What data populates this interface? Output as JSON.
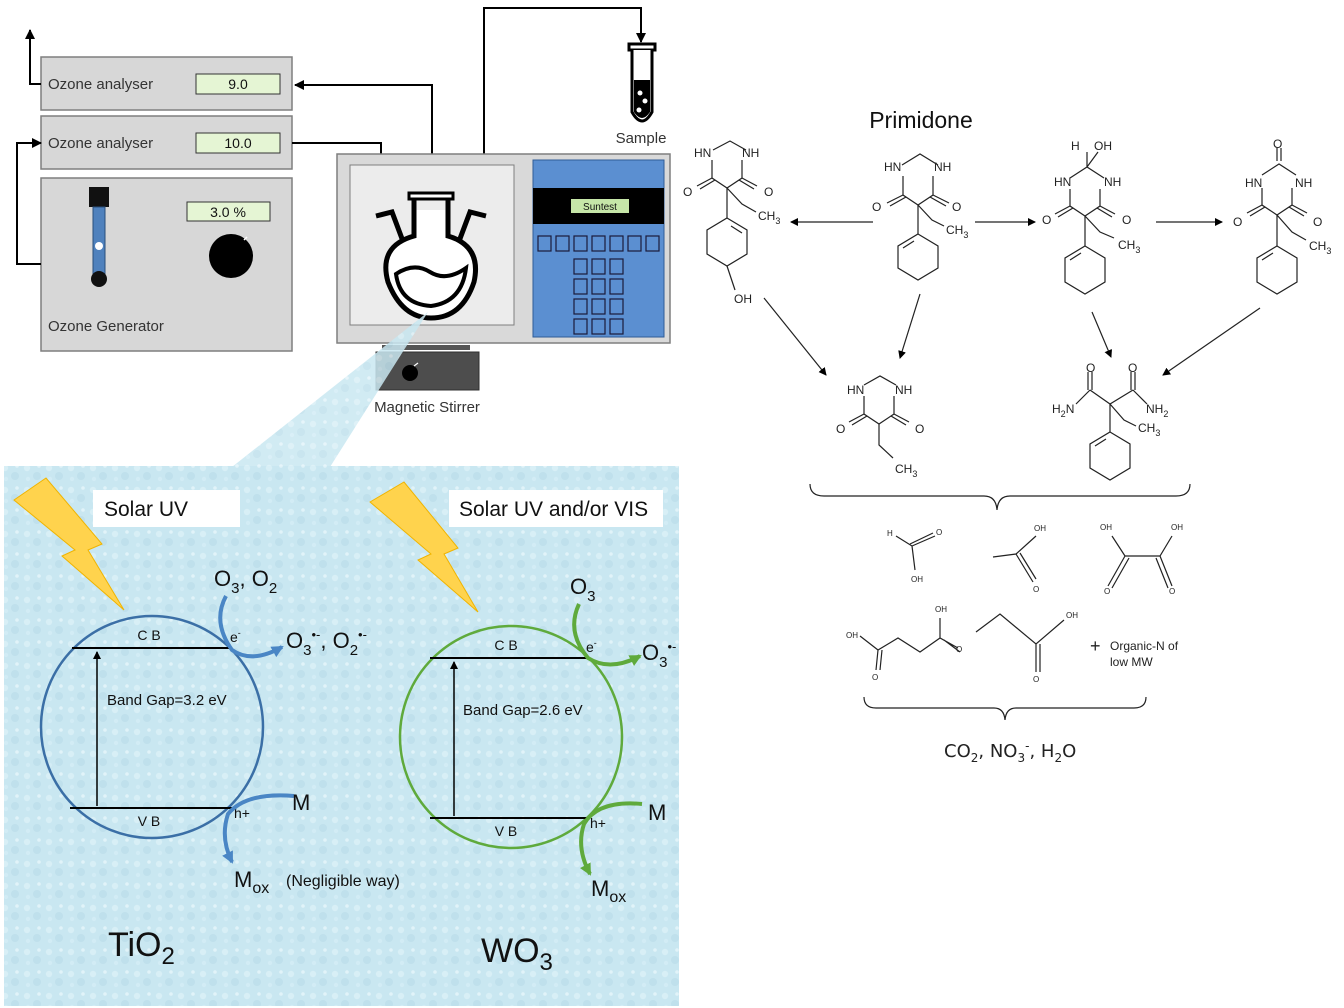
{
  "apparatus": {
    "analyser_top": {
      "label": "Ozone analyser",
      "value": "9.0"
    },
    "analyser_bottom": {
      "label": "Ozone analyser",
      "value": "10.0"
    },
    "generator": {
      "label": "Ozone Generator",
      "value": "3.0 %"
    },
    "sample_label": "Sample",
    "suntest_label": "Suntest",
    "stirrer_label": "Magnetic Stirrer"
  },
  "tio2": {
    "light": "Solar UV",
    "cb": "C B",
    "vb": "V B",
    "band_gap": "Band Gap=3.2 eV",
    "e": "e",
    "h": "h+",
    "o3": "O",
    "o3_sub": "3",
    "o2": ", O",
    "o2_sub": "2",
    "rad1": "O",
    "rad1_sub": "3",
    "rad2": ", O",
    "rad2_sub": "2",
    "m": "M",
    "mox": "M",
    "mox_sub": "ox",
    "negligible": "(Negligible way)",
    "name": "TiO",
    "name_sub": "2"
  },
  "wo3": {
    "light": "Solar UV and/or VIS",
    "cb": "C B",
    "vb": "V B",
    "band_gap": "Band Gap=2.6 eV",
    "e": "e",
    "h": "h+",
    "o3": "O",
    "o3_sub": "3",
    "rad": "O",
    "rad_sub": "3",
    "m": "M",
    "mox": "M",
    "mox_sub": "ox",
    "name": "WO",
    "name_sub": "3"
  },
  "pathway": {
    "title": "Primidone",
    "hn": "HN",
    "nh": "NH",
    "o": "O",
    "oh": "OH",
    "h": "H",
    "ch3": "CH",
    "ch3_sub": "3",
    "h2n": "H",
    "h2n_sub": "2",
    "h2n_n": "N",
    "nh2": "NH",
    "nh2_sub": "2",
    "organic": "Organic-N of",
    "organic2": "low MW",
    "plus": "+",
    "final_co2": "CO",
    "final_co2_sub": "2",
    "final_no3": ", NO",
    "final_no3_sub": "3",
    "final_no3_sup": "-",
    "final_h2o": ", H",
    "final_h2o_sub": "2",
    "final_h2o_o": "O"
  }
}
